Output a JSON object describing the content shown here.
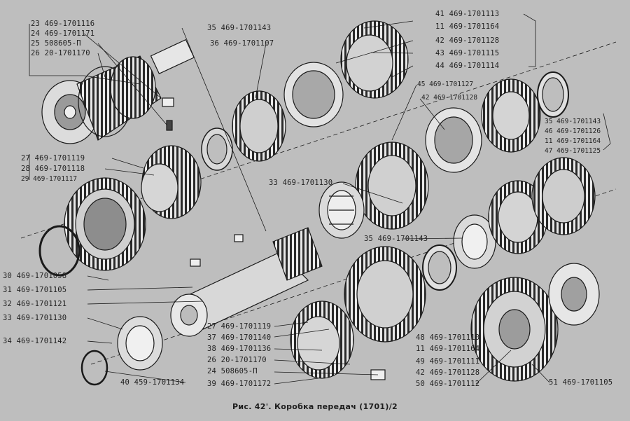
{
  "caption": "Рис. 42'. Коробка передач (1701)/2",
  "labels": {
    "l23": "23 469-1701116",
    "l24": "24 469-1701171",
    "l25": "25 508605-П",
    "l26": "26 20-1701170",
    "l27": "27 469-1701119",
    "l28": "28 469-1701118",
    "l29": "29 469-1701117",
    "l30": "30 469-1701058",
    "l31": "31 469-1701105",
    "l32": "32 469-1701121",
    "l33": "33 469-1701130",
    "l34": "34 469-1701142",
    "l35": "35 469-1701143",
    "l36": "36 469-1701107",
    "l41": "41 469-1701113",
    "l11": "11 469-1701164",
    "l42": "42 469-1701128",
    "l43": "43 469-1701115",
    "l44": "44 469-1701114",
    "l45r": "45 469-1701127",
    "l42r": "42 469-1701128",
    "l35r": "35 469-1701143",
    "l46r": "46 469-1701126",
    "l11r": "11 469-1701164",
    "l47r": "47 469-1701125",
    "l33m": "33 469-1701130",
    "l35m": "35 469-1701143",
    "l27b": "27 469-1701119",
    "l37b": "37 469-1701140",
    "l38b": "38 469-1701136",
    "l26b": "26 20-1701170",
    "l24b": "24 508605-П",
    "l39b": "39 469-1701172",
    "l40b": "40 459-1701134",
    "l48b": "48 469-1701110",
    "l11b": "11 469-1701164",
    "l49b": "49 469-1701111",
    "l42b": "42 469-1701128",
    "l50b": "50 469-1701112",
    "l51b": "51 469-1701105"
  }
}
